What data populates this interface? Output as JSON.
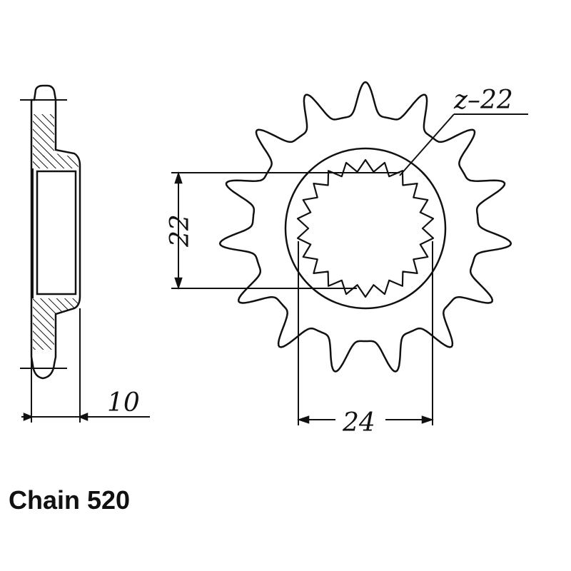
{
  "dimensions": {
    "width_label": "10",
    "height_label": "22",
    "bore_label": "24",
    "teeth_label": "z–22"
  },
  "caption": "Chain 520",
  "colors": {
    "ink": "#111111",
    "paper": "#ffffff"
  }
}
